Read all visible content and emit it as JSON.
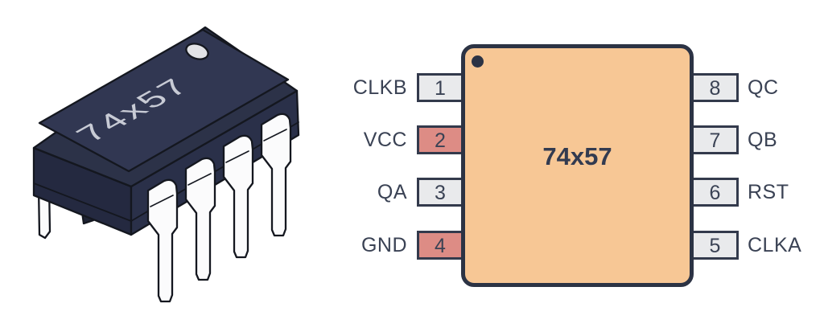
{
  "chip_3d": {
    "label": "74x57",
    "body_color": "#2C3248",
    "top_face_color": "#313752",
    "left_face_color": "#242940",
    "right_face_color": "#2A3049",
    "outline_color": "#14171F",
    "pin_color": "#FBFBFC",
    "label_color": "#C8CBD5",
    "dimple_color": "#E2E3E6"
  },
  "pinout": {
    "title": "74x57",
    "left_pins": [
      {
        "number": "1",
        "label": "CLKB",
        "power": false
      },
      {
        "number": "2",
        "label": "VCC",
        "power": true
      },
      {
        "number": "3",
        "label": "QA",
        "power": false
      },
      {
        "number": "4",
        "label": "GND",
        "power": true
      }
    ],
    "right_pins": [
      {
        "number": "8",
        "label": "QC",
        "power": false
      },
      {
        "number": "7",
        "label": "QB",
        "power": false
      },
      {
        "number": "6",
        "label": "RST",
        "power": false
      },
      {
        "number": "5",
        "label": "CLKA",
        "power": false
      }
    ],
    "colors": {
      "chip_fill": "#F7C795",
      "chip_border": "#2C3344",
      "pin_fill": "#E9EAEC",
      "pin_power_fill": "#DD8C85",
      "pin_border": "#333A4C",
      "ink": "#3A4254",
      "title_ink": "#333B50",
      "background": "#FFFFFF"
    }
  }
}
